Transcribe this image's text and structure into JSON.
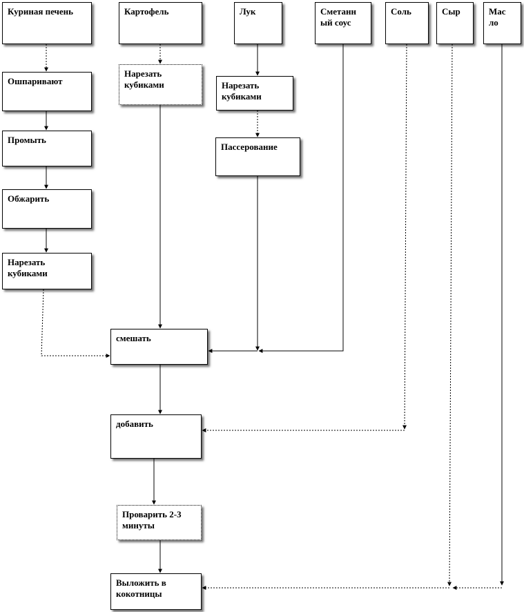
{
  "diagram": {
    "ingredients": {
      "liver": "Куриная печень",
      "potato": "Картофель",
      "onion": "Лук",
      "sauce": "Сметанн ый соус",
      "salt": "Соль",
      "cheese": "Сыр",
      "butter": "Мас ло"
    },
    "liver_steps": {
      "blanch": "Ошпаривают",
      "rinse": "Промыть",
      "fry": "Обжарить",
      "dice": "Нарезать кубиками"
    },
    "potato_steps": {
      "dice": "Нарезать кубиками"
    },
    "onion_steps": {
      "dice": "Нарезать кубиками",
      "saute": "Пассерование"
    },
    "main_steps": {
      "mix": "смешать",
      "add": "добавить",
      "cook": "Проварить 2-3 минуты",
      "serve": "Выложить в кокотницы"
    }
  }
}
